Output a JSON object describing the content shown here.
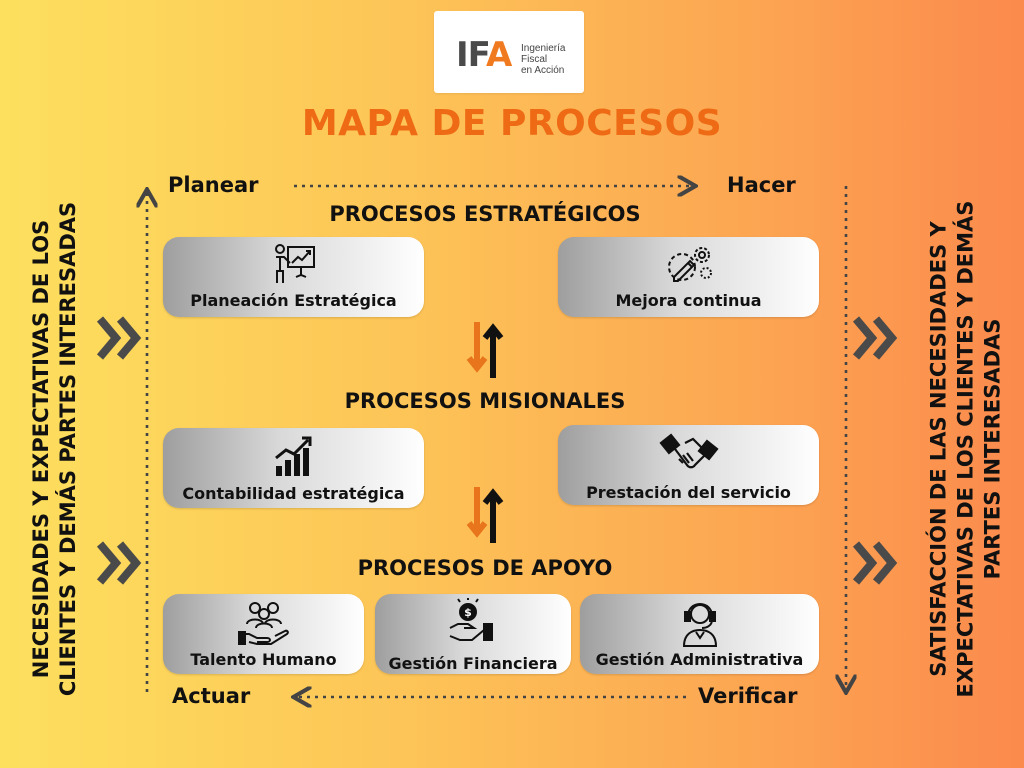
{
  "logo": {
    "mark_main": "IF",
    "mark_accent": "A",
    "line1": "Ingeniería",
    "line2": "Fiscal",
    "line3": "en Acción"
  },
  "title": "MAPA DE PROCESOS",
  "cycle": {
    "planear": "Planear",
    "hacer": "Hacer",
    "actuar": "Actuar",
    "verificar": "Verificar"
  },
  "sections": {
    "estrategicos": "PROCESOS ESTRATÉGICOS",
    "misionales": "PROCESOS MISIONALES",
    "apoyo": "PROCESOS DE APOYO"
  },
  "cards": {
    "planeacion": {
      "label": "Planeación Estratégica",
      "icon": "presentation-icon"
    },
    "mejora": {
      "label": "Mejora continua",
      "icon": "gear-pencil-icon"
    },
    "contabilidad": {
      "label": "Contabilidad estratégica",
      "icon": "growth-chart-icon"
    },
    "prestacion": {
      "label": "Prestación del servicio",
      "icon": "handshake-icon"
    },
    "talento": {
      "label": "Talento Humano",
      "icon": "people-hand-icon"
    },
    "financiera": {
      "label": "Gestión Financiera",
      "icon": "money-hand-icon"
    },
    "administrativa": {
      "label": "Gestión Administrativa",
      "icon": "headset-agent-icon"
    }
  },
  "side_left": {
    "line1": "NECESIDADES Y EXPECTATIVAS DE LOS",
    "line2": "CLIENTES Y DEMÁS PARTES INTERESADAS"
  },
  "side_right": {
    "line1": "SATISFACCIÓN DE LAS NECESIDADES Y",
    "line2": "EXPECTATIVAS DE LOS CLIENTES Y DEMÁS",
    "line3": "PARTES INTERESADAS"
  },
  "colors": {
    "accent": "#ee6a14",
    "text": "#111111",
    "chevron": "#4a4a4a",
    "arrow_orange": "#e8741c"
  }
}
